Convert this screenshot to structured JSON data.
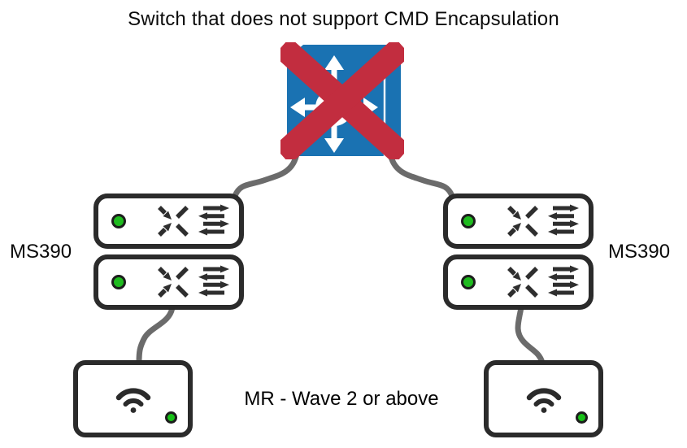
{
  "diagram": {
    "title": "Switch that does not support CMD Encapsulation",
    "core_switch": {
      "icon": "multilayer-switch-icon",
      "overlay": "red-cross-icon",
      "meaning": "switch without CMD encapsulation support"
    },
    "switch_stacks": {
      "left_label": "MS390",
      "right_label": "MS390",
      "units_per_stack": 2,
      "unit_icon": "switch-traffic-icon",
      "status_led": "green"
    },
    "access_points": {
      "label": "MR - Wave 2 or above",
      "count": 2,
      "icon": "wifi-icon",
      "status_led": "green"
    },
    "colors": {
      "switch_blue": "#1a72b2",
      "cross_red": "#c22d3f",
      "connector_gray": "#6b6b6b",
      "device_border": "#2b2b2b",
      "led_green": "#1fbb1f",
      "background": "#ffffff",
      "text": "#0b0b0b"
    }
  }
}
